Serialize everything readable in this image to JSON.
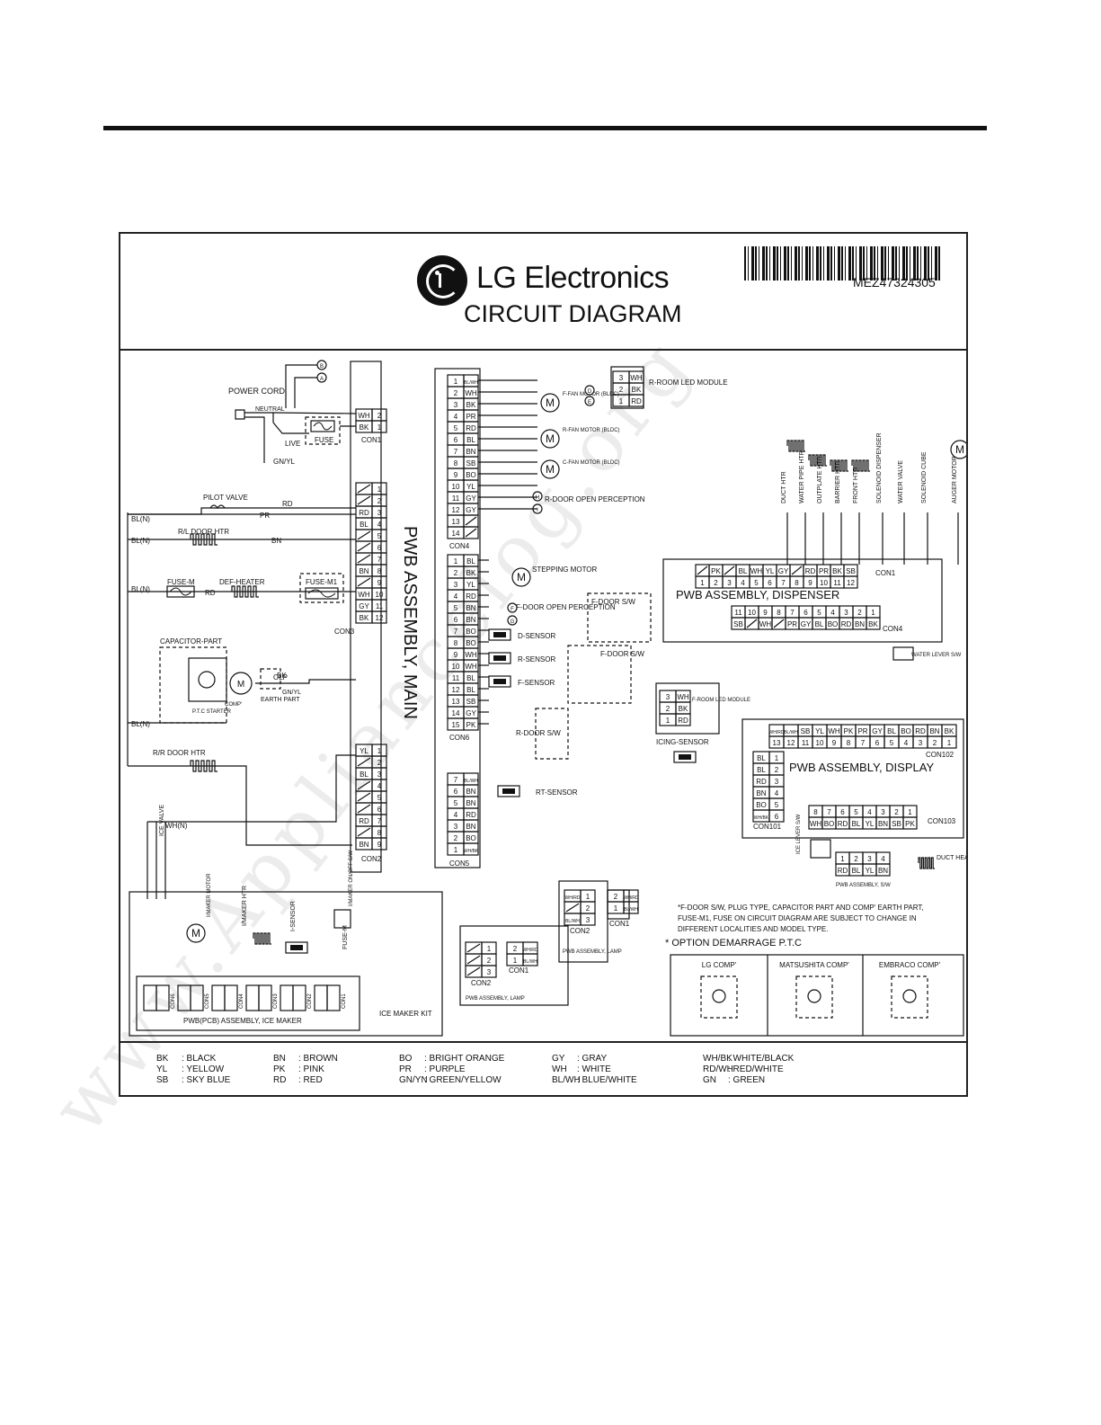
{
  "header": {
    "brand": "LG Electronics",
    "title": "CIRCUIT DIAGRAM",
    "part_number": "MEZ47324305"
  },
  "main_board": {
    "label": "PWB ASSEMBLY, MAIN",
    "con1": {
      "name": "CON1",
      "pins": [
        {
          "wire": "WH",
          "num": "2"
        },
        {
          "wire": "BK",
          "num": "1"
        }
      ]
    },
    "con3": {
      "name": "CON3",
      "pins": [
        {
          "wire": "",
          "num": "1"
        },
        {
          "wire": "",
          "num": "2"
        },
        {
          "wire": "RD",
          "num": "3"
        },
        {
          "wire": "BL",
          "num": "4"
        },
        {
          "wire": "",
          "num": "5"
        },
        {
          "wire": "",
          "num": "6"
        },
        {
          "wire": "",
          "num": "7"
        },
        {
          "wire": "BN",
          "num": "8"
        },
        {
          "wire": "",
          "num": "9"
        },
        {
          "wire": "WH",
          "num": "10"
        },
        {
          "wire": "GY",
          "num": "11"
        },
        {
          "wire": "BK",
          "num": "12"
        }
      ]
    },
    "con2": {
      "name": "CON2",
      "pins": [
        {
          "wire": "YL",
          "num": "1"
        },
        {
          "wire": "",
          "num": "2"
        },
        {
          "wire": "BL",
          "num": "3"
        },
        {
          "wire": "",
          "num": "4"
        },
        {
          "wire": "",
          "num": "5"
        },
        {
          "wire": "",
          "num": "6"
        },
        {
          "wire": "RD",
          "num": "7"
        },
        {
          "wire": "",
          "num": "8"
        },
        {
          "wire": "BN",
          "num": "9"
        }
      ]
    },
    "con4": {
      "name": "CON4",
      "pins": [
        {
          "num": "1",
          "wire": "BL/WH"
        },
        {
          "num": "2",
          "wire": "WH"
        },
        {
          "num": "3",
          "wire": "BK"
        },
        {
          "num": "4",
          "wire": "PR"
        },
        {
          "num": "5",
          "wire": "RD"
        },
        {
          "num": "6",
          "wire": "BL"
        },
        {
          "num": "7",
          "wire": "BN"
        },
        {
          "num": "8",
          "wire": "SB"
        },
        {
          "num": "9",
          "wire": "BO"
        },
        {
          "num": "10",
          "wire": "YL"
        },
        {
          "num": "11",
          "wire": "GY"
        },
        {
          "num": "12",
          "wire": "GY"
        },
        {
          "num": "13",
          "wire": ""
        },
        {
          "num": "14",
          "wire": ""
        }
      ]
    },
    "con6": {
      "name": "CON6",
      "pins": [
        {
          "num": "1",
          "wire": "BL"
        },
        {
          "num": "2",
          "wire": "BK"
        },
        {
          "num": "3",
          "wire": "YL"
        },
        {
          "num": "4",
          "wire": "RD"
        },
        {
          "num": "5",
          "wire": "BN"
        },
        {
          "num": "6",
          "wire": "BN"
        },
        {
          "num": "7",
          "wire": "BO"
        },
        {
          "num": "8",
          "wire": "BO"
        },
        {
          "num": "9",
          "wire": "WH"
        },
        {
          "num": "10",
          "wire": "WH"
        },
        {
          "num": "11",
          "wire": "BL"
        },
        {
          "num": "12",
          "wire": "BL"
        },
        {
          "num": "13",
          "wire": "SB"
        },
        {
          "num": "14",
          "wire": "GY"
        },
        {
          "num": "15",
          "wire": "PK"
        }
      ]
    },
    "con5": {
      "name": "CON5",
      "pins": [
        {
          "num": "7",
          "wire": "BL/WH"
        },
        {
          "num": "6",
          "wire": "BN"
        },
        {
          "num": "5",
          "wire": "BN"
        },
        {
          "num": "4",
          "wire": "RD"
        },
        {
          "num": "3",
          "wire": "BN"
        },
        {
          "num": "2",
          "wire": "BO"
        },
        {
          "num": "1",
          "wire": "WH/BK"
        }
      ]
    }
  },
  "left_side": {
    "power_cord": "POWER CORD",
    "neutral": "NEUTRAL",
    "live": "LIVE",
    "gnyl": "GN/YL",
    "fuse": "FUSE",
    "pilot_valve": "PILOT VALVE",
    "rl_door_htr": "R/L DOOR HTR",
    "fuse_m": "FUSE-M",
    "def_heater": "DEF-HEATER",
    "fuse_m1": "FUSE-M1",
    "capacitor_part": "CAPACITOR-PART",
    "ptc_starter": "P.T.C STARTER",
    "comp": "COMP'",
    "earth_part": "EARTH PART",
    "olp": "OLP",
    "rr_door_htr": "R/R DOOR HTR",
    "ice_valve": "ICE VALVE",
    "bl_n": "BL(N)",
    "wh_n": "WH(N)"
  },
  "con4_devices": {
    "r_room_led": "R-ROOM LED MODULE",
    "r_room_pins": [
      {
        "num": "3",
        "wire": "WH"
      },
      {
        "num": "2",
        "wire": "BK"
      },
      {
        "num": "1",
        "wire": "RD"
      }
    ],
    "f_fan": "F-FAN MOTOR (BLDC)",
    "r_fan": "R-FAN MOTOR (BLDC)",
    "c_fan": "C-FAN MOTOR (BLDC)",
    "r_door_open": "R-DOOR OPEN PERCEPTION"
  },
  "con6_devices": {
    "stepping_motor": "STEPPING MOTOR",
    "f_door_open": "F-DOOR OPEN PERCEPTION",
    "d_sensor": "D-SENSOR",
    "r_sensor": "R-SENSOR",
    "f_sensor": "F-SENSOR",
    "f_door_sw": "F-DOOR S/W",
    "r_door_sw": "R-DOOR S/W",
    "f_room_led": "F-ROOM LED MODULE",
    "f_room_pins": [
      {
        "num": "3",
        "wire": "WH"
      },
      {
        "num": "2",
        "wire": "BK"
      },
      {
        "num": "1",
        "wire": "RD"
      }
    ],
    "rt_sensor": "RT-SENSOR",
    "icing_sensor": "ICING-SENSOR"
  },
  "dispenser": {
    "label": "PWB ASSEMBLY, DISPENSER",
    "con1_name": "CON1",
    "con1_wires": [
      "",
      "PK",
      "",
      "BL",
      "WH",
      "YL",
      "GY",
      "",
      "RD",
      "PR",
      "BK",
      "SB"
    ],
    "con1_nums": [
      "1",
      "2",
      "3",
      "4",
      "5",
      "6",
      "7",
      "8",
      "9",
      "10",
      "11",
      "12"
    ],
    "con4_name": "CON4",
    "con4_nums": [
      "11",
      "10",
      "9",
      "8",
      "7",
      "6",
      "5",
      "4",
      "3",
      "2",
      "1"
    ],
    "con4_wires": [
      "SB",
      "",
      "WH",
      "",
      "PR",
      "GY",
      "BL",
      "BO",
      "RD",
      "BN",
      "BK"
    ],
    "loads": [
      "DUCT HTR",
      "WATER PIPE HTR",
      "OUTPLATE HTR",
      "BARRIER HTR",
      "FRONT HTR",
      "SOLENOID DISPENSER",
      "WATER VALVE",
      "SOLENOID CUBE",
      "AUGER MOTOR"
    ],
    "water_lever": "WATER LEVER S/W"
  },
  "display": {
    "label": "PWB ASSEMBLY, DISPLAY",
    "con102_name": "CON102",
    "con102_wires": [
      "WH/RD",
      "BL/WH",
      "SB",
      "YL",
      "WH",
      "PK",
      "PR",
      "GY",
      "BL",
      "BO",
      "RD",
      "BN",
      "BK"
    ],
    "con102_nums": [
      "13",
      "12",
      "11",
      "10",
      "9",
      "8",
      "7",
      "6",
      "5",
      "4",
      "3",
      "2",
      "1"
    ],
    "con101_name": "CON101",
    "con101_pins": [
      {
        "wire": "BL",
        "num": "1"
      },
      {
        "wire": "BL",
        "num": "2"
      },
      {
        "wire": "RD",
        "num": "3"
      },
      {
        "wire": "BN",
        "num": "4"
      },
      {
        "wire": "BO",
        "num": "5"
      },
      {
        "wire": "WH/BK",
        "num": "6"
      }
    ],
    "con103_name": "CON103",
    "con103_nums": [
      "8",
      "7",
      "6",
      "5",
      "4",
      "3",
      "2",
      "1"
    ],
    "con103_wires": [
      "WH",
      "BO",
      "RD",
      "BL",
      "YL",
      "BN",
      "SB",
      "PK"
    ],
    "ice_lever": "ICE LEVER S/W",
    "swivel_label": "PWB ASSEMBLY, S/W",
    "swivel_nums": [
      "1",
      "2",
      "3",
      "4"
    ],
    "swivel_wires": [
      "RD",
      "BL",
      "YL",
      "BN"
    ],
    "duct_heater": "DUCT HEATER"
  },
  "lamps": {
    "label": "PWB ASSEMBLY, LAMP",
    "con1": "CON1",
    "con2": "CON2"
  },
  "ice_maker": {
    "label": "PWB(PCB) ASSEMBLY, ICE MAKER",
    "kit": "ICE MAKER KIT",
    "imaker_motor": "I/MAKER MOTOR",
    "imaker_htr": "I/MAKER HTR",
    "i_sensor": "I-SENSOR",
    "fuse_m": "FUSE-M",
    "onoff": "I/MAKER ON/OFF S/W",
    "connectors": [
      "CON6",
      "CON5",
      "CON4",
      "CON3",
      "CON2",
      "CON1"
    ]
  },
  "notes": {
    "note": "*F-DOOR S/W, PLUG TYPE, CAPACITOR PART AND COMP' EARTH PART, FUSE-M1, FUSE ON CIRCUIT DIAGRAM ARE SUBJECT TO CHANGE IN DIFFERENT LOCALITIES AND MODEL TYPE.",
    "option": "* OPTION DEMARRAGE P.T.C",
    "comps": [
      "LG COMP'",
      "MATSUSHITA COMP'",
      "EMBRACO COMP'"
    ]
  },
  "legend": [
    {
      "code": "BK",
      "name": "BLACK"
    },
    {
      "code": "YL",
      "name": "YELLOW"
    },
    {
      "code": "SB",
      "name": "SKY BLUE"
    },
    {
      "code": "BN",
      "name": "BROWN"
    },
    {
      "code": "PK",
      "name": "PINK"
    },
    {
      "code": "RD",
      "name": "RED"
    },
    {
      "code": "BO",
      "name": "BRIGHT ORANGE"
    },
    {
      "code": "PR",
      "name": "PURPLE"
    },
    {
      "code": "GN/YN",
      "name": "GREEN/YELLOW"
    },
    {
      "code": "GY",
      "name": "GRAY"
    },
    {
      "code": "WH",
      "name": "WHITE"
    },
    {
      "code": "BL/WH",
      "name": "BLUE/WHITE"
    },
    {
      "code": "WH/BK",
      "name": "WHITE/BLACK"
    },
    {
      "code": "RD/WH",
      "name": "RED/WHITE"
    },
    {
      "code": "GN",
      "name": "GREEN"
    }
  ],
  "watermark": "www.Appliancelog.org"
}
